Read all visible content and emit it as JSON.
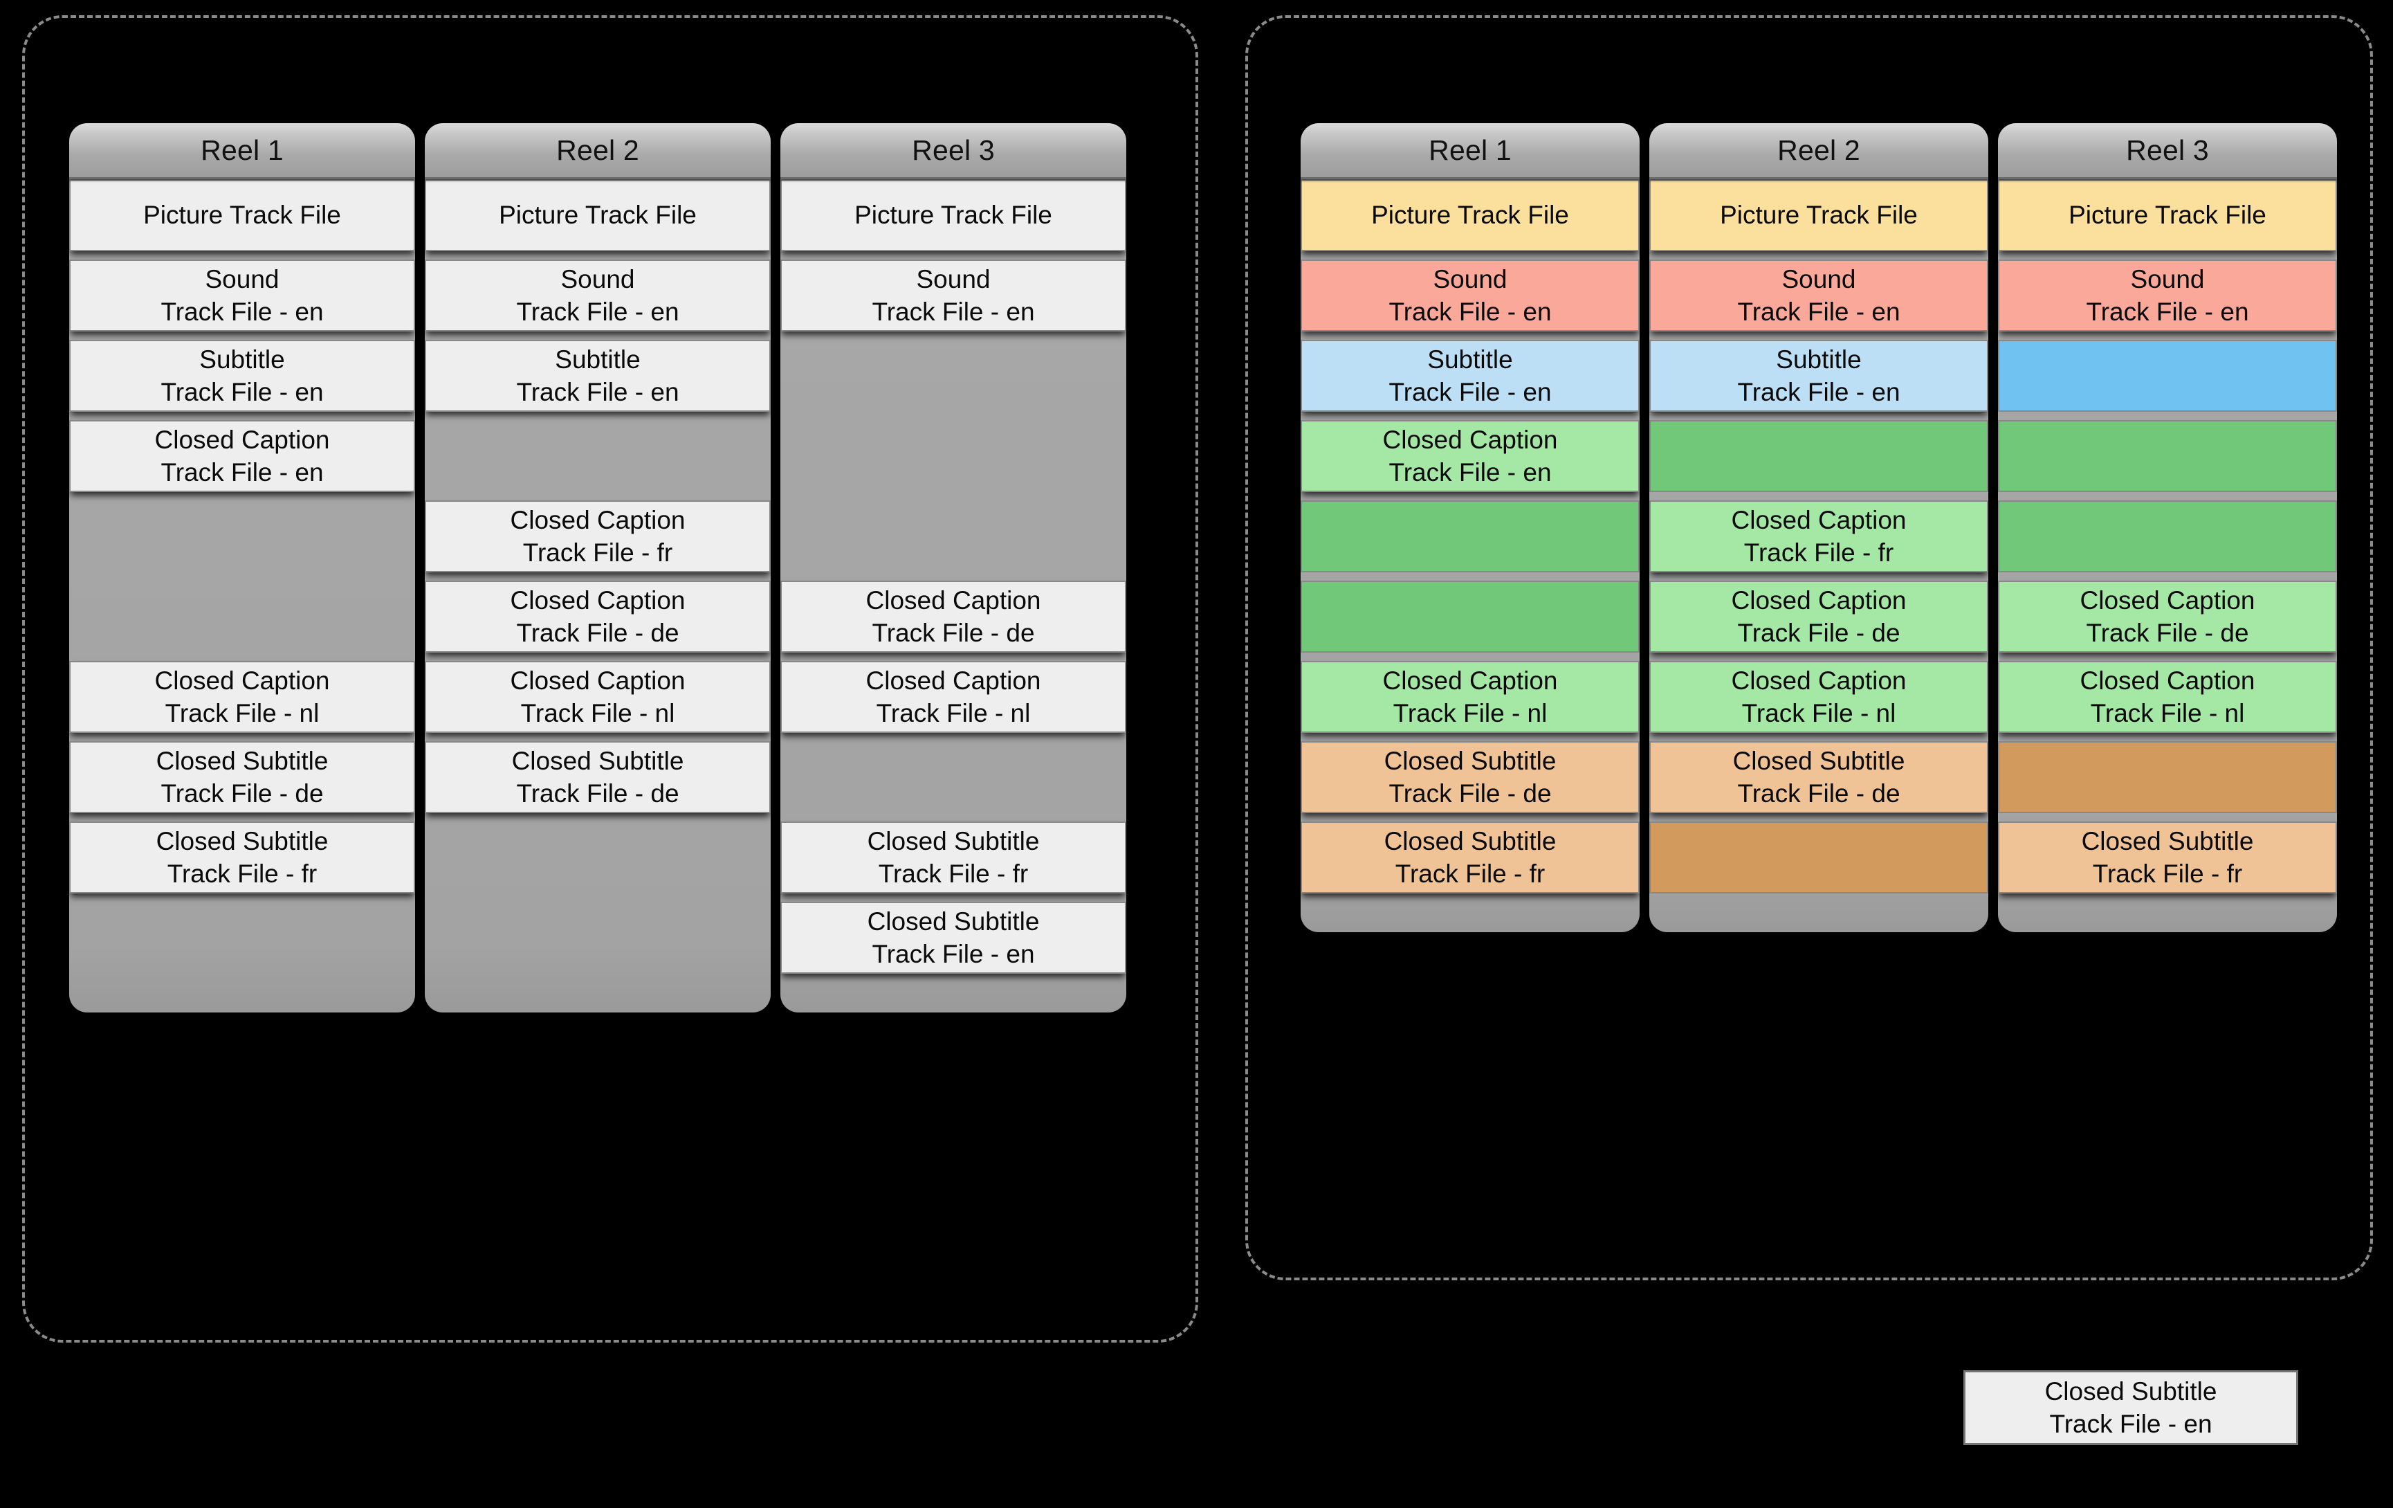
{
  "panels": [
    {
      "id": "left",
      "reels": [
        {
          "header": "Reel 1"
        },
        {
          "header": "Reel 2"
        },
        {
          "header": "Reel 3"
        }
      ],
      "rows": [
        {
          "height": 104,
          "cells": [
            {
              "line1": "Picture Track File",
              "line2": "",
              "face": "plain"
            },
            {
              "line1": "Picture Track File",
              "line2": "",
              "face": "plain"
            },
            {
              "line1": "Picture Track File",
              "line2": "",
              "face": "plain"
            }
          ]
        },
        {
          "height": 104,
          "cells": [
            {
              "line1": "Sound",
              "line2": "Track File - en",
              "face": "plain"
            },
            {
              "line1": "Sound",
              "line2": "Track File - en",
              "face": "plain"
            },
            {
              "line1": "Sound",
              "line2": "Track File - en",
              "face": "plain"
            }
          ]
        },
        {
          "height": 104,
          "cells": [
            {
              "line1": "Subtitle",
              "line2": "Track File - en",
              "face": "plain"
            },
            {
              "line1": "Subtitle",
              "line2": "Track File - en",
              "face": "plain"
            },
            {
              "line1": "",
              "line2": "",
              "face": "empty"
            }
          ]
        },
        {
          "height": 104,
          "cells": [
            {
              "line1": "Closed Caption",
              "line2": "Track File - en",
              "face": "plain"
            },
            {
              "line1": "",
              "line2": "",
              "face": "empty"
            },
            {
              "line1": "",
              "line2": "",
              "face": "empty"
            }
          ]
        },
        {
          "height": 104,
          "cells": [
            {
              "line1": "",
              "line2": "",
              "face": "empty"
            },
            {
              "line1": "Closed Caption",
              "line2": "Track File - fr",
              "face": "plain"
            },
            {
              "line1": "",
              "line2": "",
              "face": "empty"
            }
          ]
        },
        {
          "height": 104,
          "cells": [
            {
              "line1": "",
              "line2": "",
              "face": "empty"
            },
            {
              "line1": "Closed Caption",
              "line2": "Track File - de",
              "face": "plain"
            },
            {
              "line1": "Closed Caption",
              "line2": "Track File - de",
              "face": "plain"
            }
          ]
        },
        {
          "height": 104,
          "cells": [
            {
              "line1": "Closed Caption",
              "line2": "Track File - nl",
              "face": "plain"
            },
            {
              "line1": "Closed Caption",
              "line2": "Track File - nl",
              "face": "plain"
            },
            {
              "line1": "Closed Caption",
              "line2": "Track File - nl",
              "face": "plain"
            }
          ]
        },
        {
          "height": 104,
          "cells": [
            {
              "line1": "Closed Subtitle",
              "line2": "Track File - de",
              "face": "plain"
            },
            {
              "line1": "Closed Subtitle",
              "line2": "Track File - de",
              "face": "plain"
            },
            {
              "line1": "",
              "line2": "",
              "face": "empty"
            }
          ]
        },
        {
          "height": 104,
          "cells": [
            {
              "line1": "Closed Subtitle",
              "line2": "Track File - fr",
              "face": "plain"
            },
            {
              "line1": "",
              "line2": "",
              "face": "empty"
            },
            {
              "line1": "Closed Subtitle",
              "line2": "Track File - fr",
              "face": "plain"
            }
          ]
        },
        {
          "height": 104,
          "cells": [
            {
              "line1": "",
              "line2": "",
              "face": "empty"
            },
            {
              "line1": "",
              "line2": "",
              "face": "empty"
            },
            {
              "line1": "Closed Subtitle",
              "line2": "Track File - en",
              "face": "plain"
            }
          ]
        }
      ]
    },
    {
      "id": "right",
      "reels": [
        {
          "header": "Reel 1"
        },
        {
          "header": "Reel 2"
        },
        {
          "header": "Reel 3"
        }
      ],
      "rows": [
        {
          "height": 104,
          "cells": [
            {
              "line1": "Picture Track File",
              "line2": "",
              "face": "yellow"
            },
            {
              "line1": "Picture Track File",
              "line2": "",
              "face": "yellow"
            },
            {
              "line1": "Picture Track File",
              "line2": "",
              "face": "yellow"
            }
          ]
        },
        {
          "height": 104,
          "cells": [
            {
              "line1": "Sound",
              "line2": "Track File - en",
              "face": "salmon"
            },
            {
              "line1": "Sound",
              "line2": "Track File - en",
              "face": "salmon"
            },
            {
              "line1": "Sound",
              "line2": "Track File - en",
              "face": "salmon"
            }
          ]
        },
        {
          "height": 104,
          "cells": [
            {
              "line1": "Subtitle",
              "line2": "Track File - en",
              "face": "blue"
            },
            {
              "line1": "Subtitle",
              "line2": "Track File - en",
              "face": "blue"
            },
            {
              "line1": "",
              "line2": "",
              "face": "fill-blue"
            }
          ]
        },
        {
          "height": 104,
          "cells": [
            {
              "line1": "Closed Caption",
              "line2": "Track File - en",
              "face": "green"
            },
            {
              "line1": "",
              "line2": "",
              "face": "fill-green"
            },
            {
              "line1": "",
              "line2": "",
              "face": "fill-green"
            }
          ]
        },
        {
          "height": 104,
          "cells": [
            {
              "line1": "",
              "line2": "",
              "face": "fill-green"
            },
            {
              "line1": "Closed Caption",
              "line2": "Track File - fr",
              "face": "green"
            },
            {
              "line1": "",
              "line2": "",
              "face": "fill-green"
            }
          ]
        },
        {
          "height": 104,
          "cells": [
            {
              "line1": "",
              "line2": "",
              "face": "fill-green"
            },
            {
              "line1": "Closed Caption",
              "line2": "Track File - de",
              "face": "green"
            },
            {
              "line1": "Closed Caption",
              "line2": "Track File - de",
              "face": "green"
            }
          ]
        },
        {
          "height": 104,
          "cells": [
            {
              "line1": "Closed Caption",
              "line2": "Track File - nl",
              "face": "green"
            },
            {
              "line1": "Closed Caption",
              "line2": "Track File - nl",
              "face": "green"
            },
            {
              "line1": "Closed Caption",
              "line2": "Track File - nl",
              "face": "green"
            }
          ]
        },
        {
          "height": 104,
          "cells": [
            {
              "line1": "Closed Subtitle",
              "line2": "Track File - de",
              "face": "tan"
            },
            {
              "line1": "Closed Subtitle",
              "line2": "Track File - de",
              "face": "tan"
            },
            {
              "line1": "",
              "line2": "",
              "face": "fill-tan"
            }
          ]
        },
        {
          "height": 104,
          "cells": [
            {
              "line1": "Closed Subtitle",
              "line2": "Track File - fr",
              "face": "tan"
            },
            {
              "line1": "",
              "line2": "",
              "face": "fill-tan"
            },
            {
              "line1": "Closed Subtitle",
              "line2": "Track File - fr",
              "face": "tan"
            }
          ]
        }
      ]
    }
  ],
  "standalone": {
    "line1": "Closed Subtitle",
    "line2": "Track File - en"
  },
  "colors": {
    "background": "#000000",
    "group_border": "#8a8a8a",
    "column_gray": "#a8a8a8",
    "header_gray": "#b4b4b4",
    "card_plain": "#eeeeee",
    "picture_yellow": "#fbdf9d",
    "sound_salmon": "#faa89a",
    "subtitle_blue": "#bcdff5",
    "caption_green": "#a5e8a5",
    "closed_subtitle_tan": "#efc396",
    "fill_blue": "#70c2f0",
    "fill_green": "#70c878",
    "fill_tan": "#d29a5c"
  }
}
